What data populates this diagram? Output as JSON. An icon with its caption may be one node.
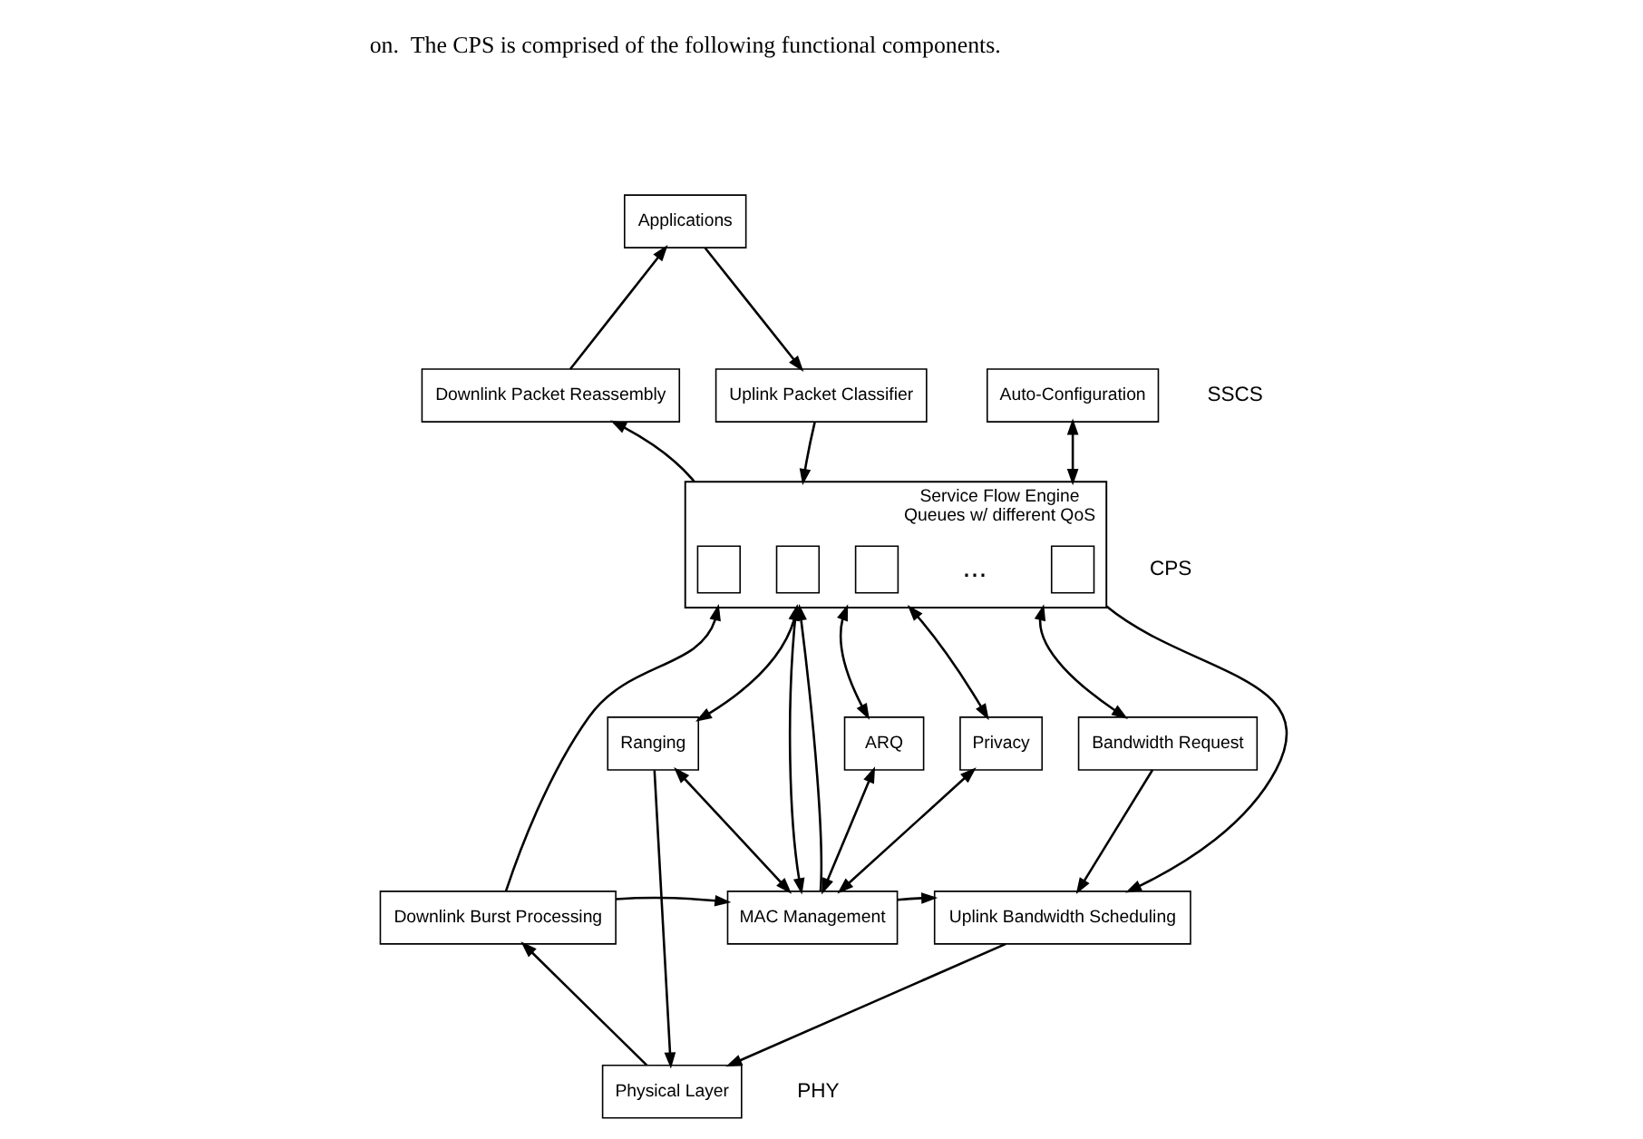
{
  "diagram": {
    "nodes": [
      {
        "text": [
          "Applications"
        ]
      },
      {
        "text": [
          "Downlink Packet Reassembly"
        ]
      },
      {
        "text": [
          "Uplink Packet Classifier"
        ]
      },
      {
        "text": [
          "Auto-Configuration"
        ]
      },
      {
        "text": [
          "Service Flow Engine",
          "Queues w/ different QoS"
        ]
      },
      {
        "text": [],
        "shape": "box",
        "in": 4
      },
      {
        "text": [],
        "shape": "box",
        "in": 4
      },
      {
        "text": [],
        "shape": "box",
        "in": 4
      },
      {
        "text": [],
        "shape": "box",
        "in": 4
      },
      {
        "text": [
          "Ranging"
        ]
      },
      {
        "text": [
          "ARQ"
        ]
      },
      {
        "text": [
          "Privacy"
        ]
      },
      {
        "text": [
          "Bandwidth Request"
        ]
      },
      {
        "text": [
          "Downlink Burst Processing"
        ]
      },
      {
        "text": [
          "MAC Management"
        ]
      },
      {
        "text": [
          "Uplink Bandwidth Scheduling"
        ]
      },
      {
        "text": [
          "Physical Layer"
        ]
      }
    ],
    "edges": [
      {
        "from": 1,
        "to": 0,
        "arrow": "to"
      },
      {
        "from": 0,
        "to": 2,
        "arrow": "to"
      },
      {
        "from": 4,
        "to": 1,
        "arrow": "to"
      },
      {
        "from": 2,
        "to": 4,
        "arrow": "to"
      },
      {
        "from": 3,
        "to": 4,
        "arrow": "both"
      },
      {
        "from": 4,
        "to": 9,
        "arrow": "both"
      },
      {
        "from": 4,
        "to": 10,
        "arrow": "both"
      },
      {
        "from": 4,
        "to": 11,
        "arrow": "both"
      },
      {
        "from": 4,
        "to": 12,
        "arrow": "both"
      },
      {
        "from": 9,
        "to": 14,
        "arrow": "both"
      },
      {
        "from": 10,
        "to": 14,
        "arrow": "both"
      },
      {
        "from": 11,
        "to": 14,
        "arrow": "both"
      },
      {
        "from": 13,
        "to": 4,
        "arrow": "to"
      },
      {
        "from": 16,
        "to": 13,
        "arrow": "to"
      },
      {
        "from": 4,
        "to": 14,
        "arrow": "to"
      },
      {
        "from": 9,
        "to": 16,
        "arrow": "to"
      },
      {
        "from": 13,
        "to": 14,
        "arrow": "to"
      },
      {
        "from": 14,
        "to": 4,
        "arrow": "to"
      },
      {
        "from": 14,
        "to": 15,
        "arrow": "to"
      },
      {
        "from": 12,
        "to": 15,
        "arrow": "to"
      },
      {
        "from": 4,
        "to": 15,
        "arrow": "to"
      },
      {
        "from": 15,
        "to": 16,
        "arrow": "to"
      }
    ],
    "labels": [
      "on.  The CPS is comprised of the following functional components.",
      "SSCS",
      "CPS",
      "...",
      "PHY"
    ]
  }
}
